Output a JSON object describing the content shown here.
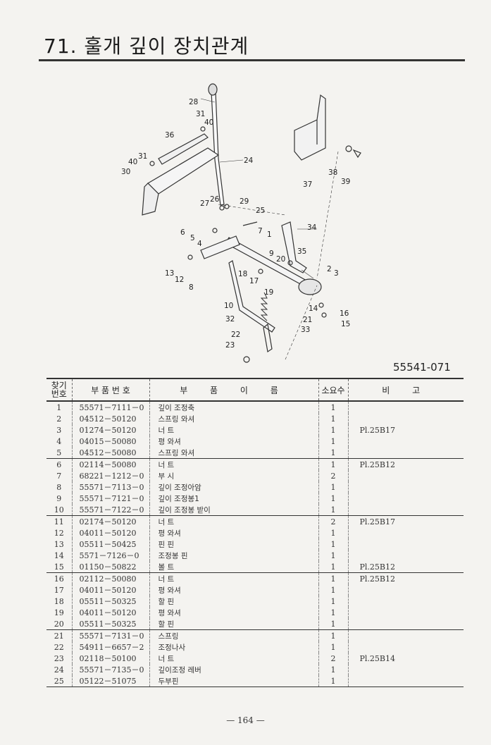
{
  "title": "71. 훌개 깊이 장치관계",
  "drawing_number": "55541-071",
  "diagram_callouts": [
    "1",
    "2",
    "3",
    "4",
    "5",
    "6",
    "7",
    "8",
    "9",
    "10",
    "12",
    "13",
    "14",
    "15",
    "16",
    "17",
    "18",
    "19",
    "20",
    "21",
    "22",
    "23",
    "24",
    "25",
    "26",
    "27",
    "28",
    "29",
    "30",
    "31",
    "31",
    "32",
    "33",
    "34",
    "35",
    "36",
    "37",
    "38",
    "39",
    "40",
    "40"
  ],
  "table": {
    "headers": {
      "find_no": "찾기\n번호",
      "part_no": "부 품 번 호",
      "part_name": "부 품 이 름",
      "qty": "소요수",
      "remarks": "비 고"
    },
    "rows": [
      {
        "no": "1",
        "part_no": "55571－7111－0",
        "name": "깊이 조정축",
        "qty": "1",
        "note": ""
      },
      {
        "no": "2",
        "part_no": "04512－50120",
        "name": "스프링 와셔",
        "qty": "1",
        "note": ""
      },
      {
        "no": "3",
        "part_no": "01274－50120",
        "name": "너  트",
        "qty": "1",
        "note": "Pl.25B17"
      },
      {
        "no": "4",
        "part_no": "04015－50080",
        "name": "평 와셔",
        "qty": "1",
        "note": ""
      },
      {
        "no": "5",
        "part_no": "04512－50080",
        "name": "스프링 와셔",
        "qty": "1",
        "note": ""
      },
      {
        "no": "6",
        "part_no": "02114－50080",
        "name": "너  트",
        "qty": "1",
        "note": "Pl.25B12"
      },
      {
        "no": "7",
        "part_no": "68221－1212－0",
        "name": "부  시",
        "qty": "2",
        "note": ""
      },
      {
        "no": "8",
        "part_no": "55571－7113－0",
        "name": "깊이 조정아암",
        "qty": "1",
        "note": ""
      },
      {
        "no": "9",
        "part_no": "55571－7121－0",
        "name": "깊이 조정봉1",
        "qty": "1",
        "note": ""
      },
      {
        "no": "10",
        "part_no": "55571－7122－0",
        "name": "깊이 조정봉 받이",
        "qty": "1",
        "note": ""
      },
      {
        "no": "11",
        "part_no": "02174－50120",
        "name": "너  트",
        "qty": "2",
        "note": "Pl.25B17"
      },
      {
        "no": "12",
        "part_no": "04011－50120",
        "name": "평 와셔",
        "qty": "1",
        "note": ""
      },
      {
        "no": "13",
        "part_no": "05511－50425",
        "name": "핀  핀",
        "qty": "1",
        "note": ""
      },
      {
        "no": "14",
        "part_no": "5571－7126－0",
        "name": "조정봉 핀",
        "qty": "1",
        "note": ""
      },
      {
        "no": "15",
        "part_no": "01150－50822",
        "name": "볼  트",
        "qty": "1",
        "note": "Pl.25B12"
      },
      {
        "no": "16",
        "part_no": "02112－50080",
        "name": "너  트",
        "qty": "1",
        "note": "Pl.25B12"
      },
      {
        "no": "17",
        "part_no": "04011－50120",
        "name": "평 와셔",
        "qty": "1",
        "note": ""
      },
      {
        "no": "18",
        "part_no": "05511－50325",
        "name": "할  핀",
        "qty": "1",
        "note": ""
      },
      {
        "no": "19",
        "part_no": "04011－50120",
        "name": "평 와셔",
        "qty": "1",
        "note": ""
      },
      {
        "no": "20",
        "part_no": "05511－50325",
        "name": "할  핀",
        "qty": "1",
        "note": ""
      },
      {
        "no": "21",
        "part_no": "55571－7131－0",
        "name": "스프링",
        "qty": "1",
        "note": ""
      },
      {
        "no": "22",
        "part_no": "54911－6657－2",
        "name": "조정나사",
        "qty": "1",
        "note": ""
      },
      {
        "no": "23",
        "part_no": "02118－50100",
        "name": "너  트",
        "qty": "2",
        "note": "Pl.25B14"
      },
      {
        "no": "24",
        "part_no": "55571－7135－0",
        "name": "깊이조정 레버",
        "qty": "1",
        "note": ""
      },
      {
        "no": "25",
        "part_no": "05122－51075",
        "name": "두부핀",
        "qty": "1",
        "note": ""
      }
    ]
  },
  "page_number": "— 164 —"
}
